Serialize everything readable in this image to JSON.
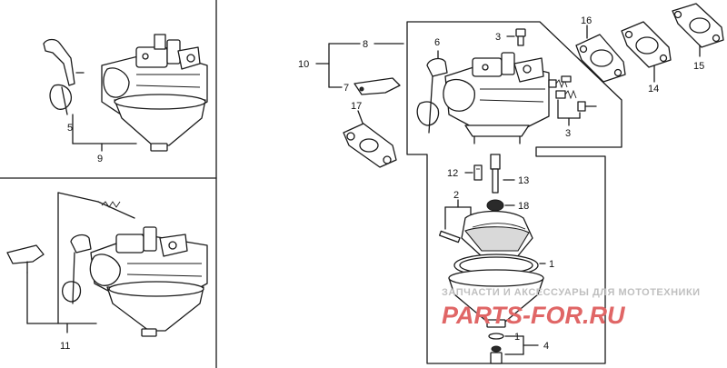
{
  "labels": {
    "l1a": "1",
    "l1b": "1",
    "l2": "2",
    "l3a": "3",
    "l3b": "3",
    "l4": "4",
    "l5": "5",
    "l6": "6",
    "l7": "7",
    "l8": "8",
    "l9": "9",
    "l10": "10",
    "l11": "11",
    "l12": "12",
    "l13": "13",
    "l14": "14",
    "l15": "15",
    "l16": "16",
    "l17": "17",
    "l18": "18"
  },
  "watermark": {
    "caption": "ЗАПЧАСТИ И АКСЕССУАРЫ ДЛЯ МОТОТЕХНИКИ",
    "logo": "PARTS-FOR.RU",
    "caption_color": "#bfbfbf",
    "logo_color": "#e06666"
  }
}
